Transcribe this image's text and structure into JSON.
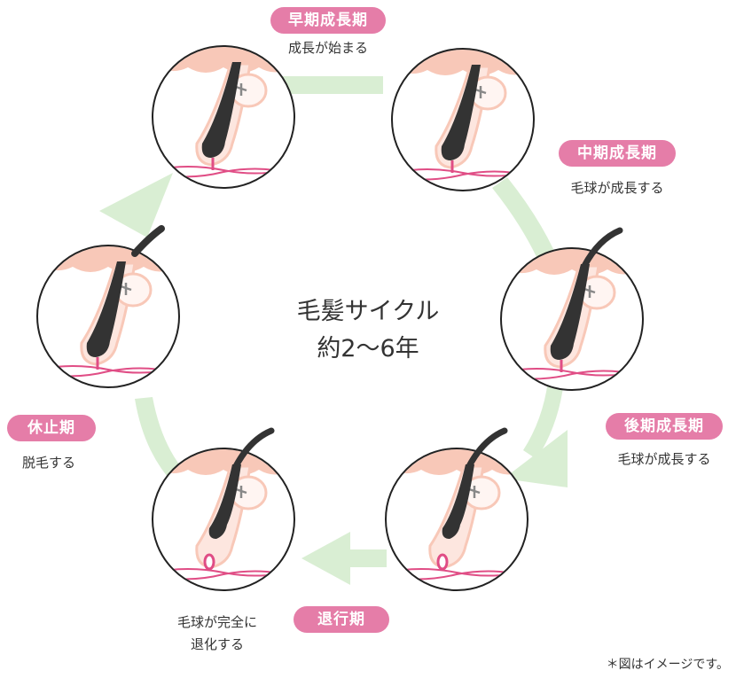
{
  "center": {
    "title": "毛髪サイクル",
    "duration": "約2〜6年"
  },
  "stages": [
    {
      "id": "early_anagen",
      "label": "早期成長期",
      "description": [
        "成長が始まる"
      ]
    },
    {
      "id": "mid_anagen",
      "label": "中期成長期",
      "description": [
        "毛球が成長する"
      ]
    },
    {
      "id": "late_anagen",
      "label": "後期成長期",
      "description": [
        "毛球が成長する"
      ]
    },
    {
      "id": "catagen",
      "label": "退行期",
      "description": [
        "毛球が完全に",
        "退化する"
      ]
    },
    {
      "id": "telogen",
      "label": "休止期",
      "description": [
        "脱毛する"
      ]
    }
  ],
  "note": "＊図はイメージです。",
  "colors": {
    "badge": "#e57da8",
    "arrow": "#d9eed3",
    "skin": "#f8c8b8",
    "skin_light": "#fde6df",
    "hair": "#333333",
    "vessel": "#e04d85",
    "circle_stroke": "#222222"
  }
}
